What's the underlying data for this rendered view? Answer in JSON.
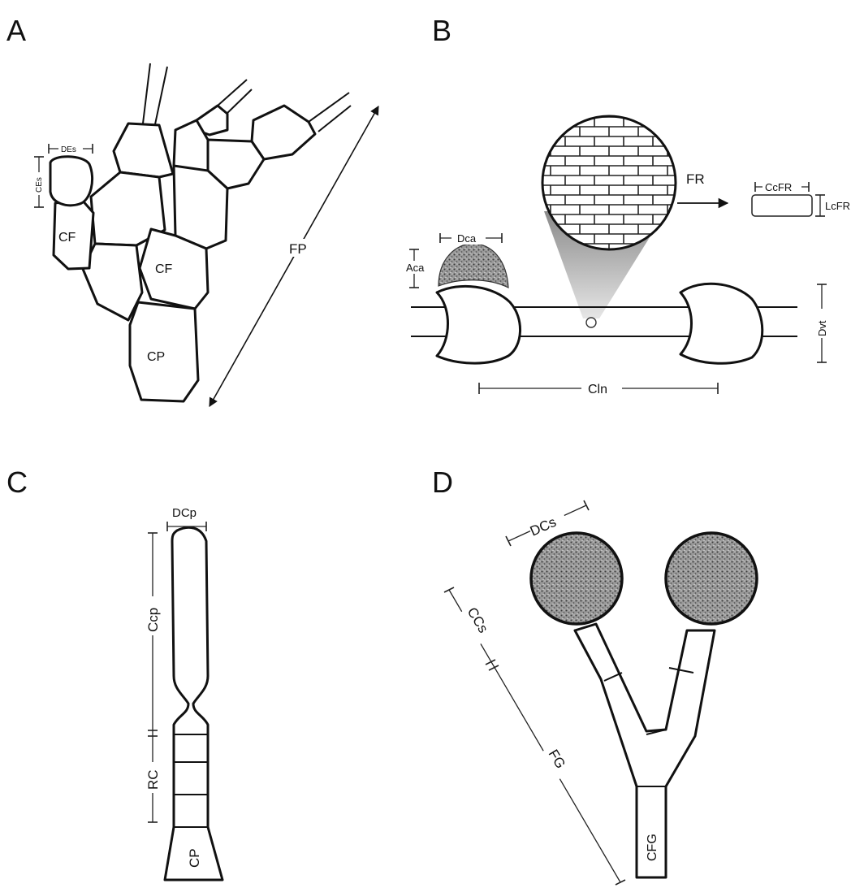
{
  "panels": {
    "a": {
      "letter": "A",
      "labels": {
        "ces": "CEs",
        "des": "DEs",
        "cf": "CF",
        "cp": "CP",
        "fp": "FP"
      }
    },
    "b": {
      "letter": "B",
      "labels": {
        "fr": "FR",
        "ccfr": "CcFR",
        "lcfr": "LcFR",
        "dca": "Dca",
        "aca": "Aca",
        "dvt": "Dvt",
        "cin": "Cln"
      }
    },
    "c": {
      "letter": "C",
      "labels": {
        "dcp": "DCp",
        "ccp": "Ccp",
        "rc": "RC",
        "cp": "CP"
      }
    },
    "d": {
      "letter": "D",
      "labels": {
        "dcs": "DCs",
        "ccs": "CCs",
        "fg": "FG",
        "cfg": "CFG"
      }
    }
  },
  "colors": {
    "ink": "#111111",
    "paper": "#ffffff",
    "stipple": "#8a8a8a"
  }
}
